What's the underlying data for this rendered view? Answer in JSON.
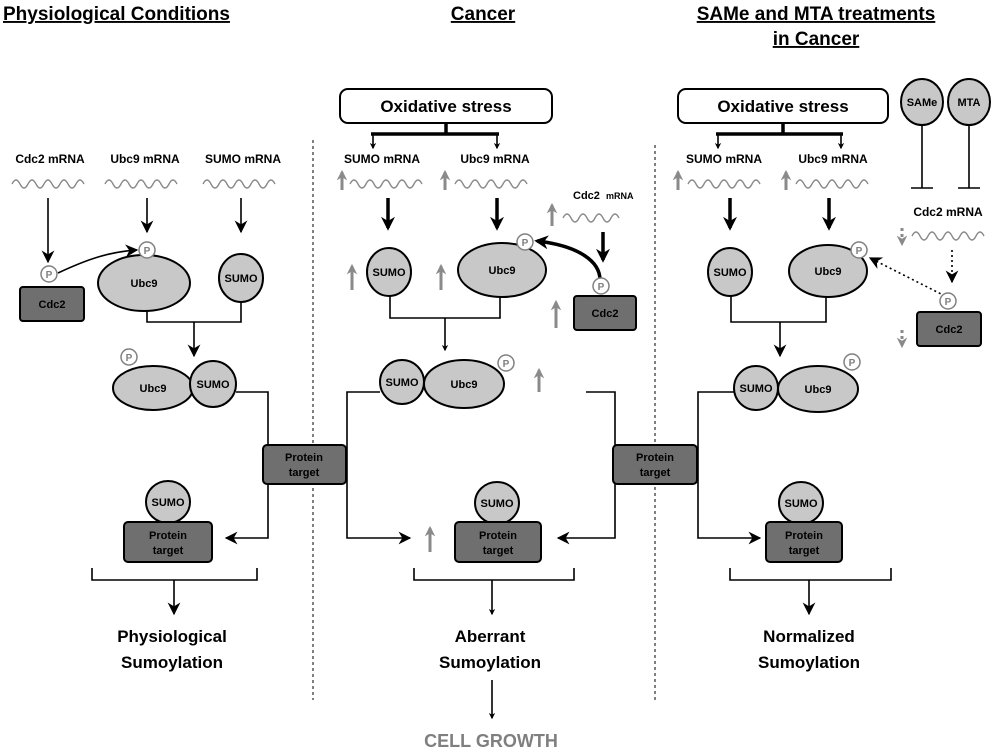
{
  "headers": {
    "physiological": "Physiological  Conditions",
    "cancer": "Cancer",
    "treatment_line1": "SAMe and MTA treatments",
    "treatment_line2": "in Cancer"
  },
  "labels": {
    "oxidative_stress": "Oxidative stress",
    "cdc2_mrna": "Cdc2  mRNA",
    "cdc2_mrna_compact": "Cdc2 mRNA",
    "ubc9_mrna": "Ubc9 mRNA",
    "sumo_mrna": "SUMO mRNA",
    "cdc2": "Cdc2",
    "ubc9": "Ubc9",
    "sumo": "SUMO",
    "p": "P",
    "protein": "Protein",
    "target": "target",
    "same": "SAMe",
    "mta": "MTA",
    "cdc2_small": "Cdc2",
    "mrna_small": "mRNA"
  },
  "outcomes": {
    "physiological_line1": "Physiological",
    "physiological_line2": "Sumoylation",
    "aberrant_line1": "Aberrant",
    "aberrant_line2": "Sumoylation",
    "normalized_line1": "Normalized",
    "normalized_line2": "Sumoylation",
    "cell_growth": "CELL GROWTH"
  }
}
